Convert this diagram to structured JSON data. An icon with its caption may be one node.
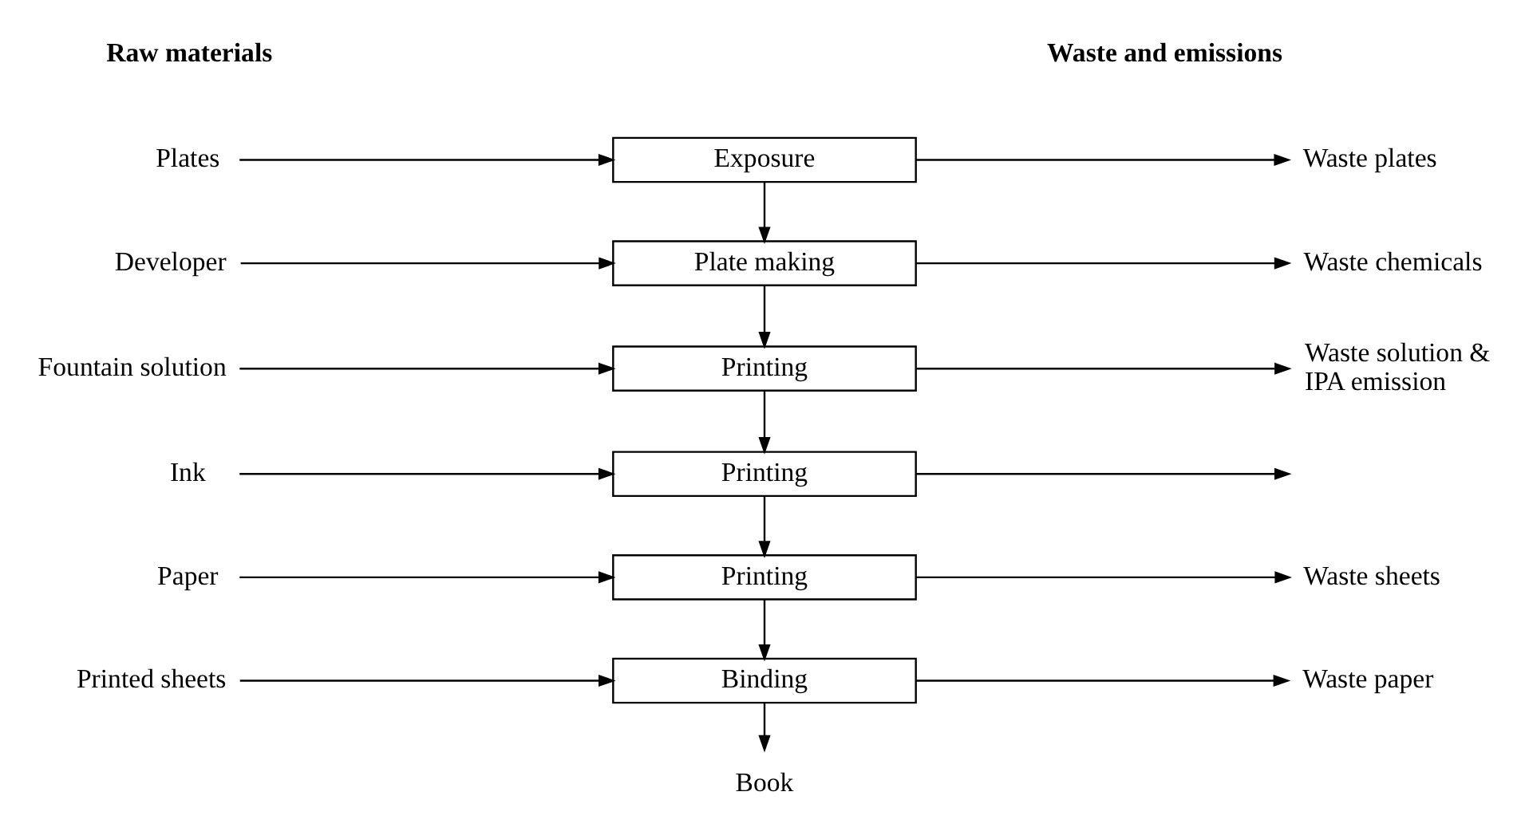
{
  "diagram": {
    "nodes": [
      {
        "text": [
          "Plates"
        ]
      },
      {
        "text": [
          "Developer"
        ]
      },
      {
        "text": [
          "Fountain solution"
        ]
      },
      {
        "text": [
          "Ink"
        ]
      },
      {
        "text": [
          "Paper"
        ]
      },
      {
        "text": [
          "Printed sheets"
        ]
      },
      {
        "text": [
          "Exposure"
        ]
      },
      {
        "text": [
          "Plate making"
        ]
      },
      {
        "text": [
          "Printing"
        ]
      },
      {
        "text": [
          "Printing"
        ]
      },
      {
        "text": [
          "Printing"
        ]
      },
      {
        "text": [
          "Binding"
        ]
      },
      {
        "text": [
          "Book"
        ]
      },
      {
        "text": [
          "Waste plates"
        ]
      },
      {
        "text": [
          "Waste chemicals"
        ]
      },
      {
        "text": [
          "Waste solution & IPA emission"
        ]
      },
      {
        "text": [
          "Waste sheets"
        ]
      },
      {
        "text": [
          "Waste paper"
        ]
      }
    ],
    "edges": [
      {
        "from": 0,
        "to": 6,
        "arrow": "to"
      },
      {
        "from": 1,
        "to": 7,
        "arrow": "to"
      },
      {
        "from": 2,
        "to": 8,
        "arrow": "to"
      },
      {
        "from": 3,
        "to": 9,
        "arrow": "to"
      },
      {
        "from": 4,
        "to": 10,
        "arrow": "to"
      },
      {
        "from": 5,
        "to": 11,
        "arrow": "to"
      },
      {
        "from": 6,
        "to": 7,
        "arrow": "to"
      },
      {
        "from": 7,
        "to": 8,
        "arrow": "to"
      },
      {
        "from": 8,
        "to": 9,
        "arrow": "to"
      },
      {
        "from": 9,
        "to": 10,
        "arrow": "to"
      },
      {
        "from": 10,
        "to": 11,
        "arrow": "to"
      },
      {
        "from": 11,
        "to": 12,
        "arrow": "to"
      },
      {
        "from": 6,
        "to": 13,
        "arrow": "to"
      },
      {
        "from": 7,
        "to": 14,
        "arrow": "to"
      },
      {
        "from": 8,
        "to": 15,
        "arrow": "to"
      },
      {
        "from": 9,
        "to": null,
        "arrow": "to"
      },
      {
        "from": 10,
        "to": 16,
        "arrow": "to"
      },
      {
        "from": 11,
        "to": 17,
        "arrow": "to"
      }
    ],
    "labels": [
      "Raw materials",
      "Waste and emissions"
    ]
  }
}
